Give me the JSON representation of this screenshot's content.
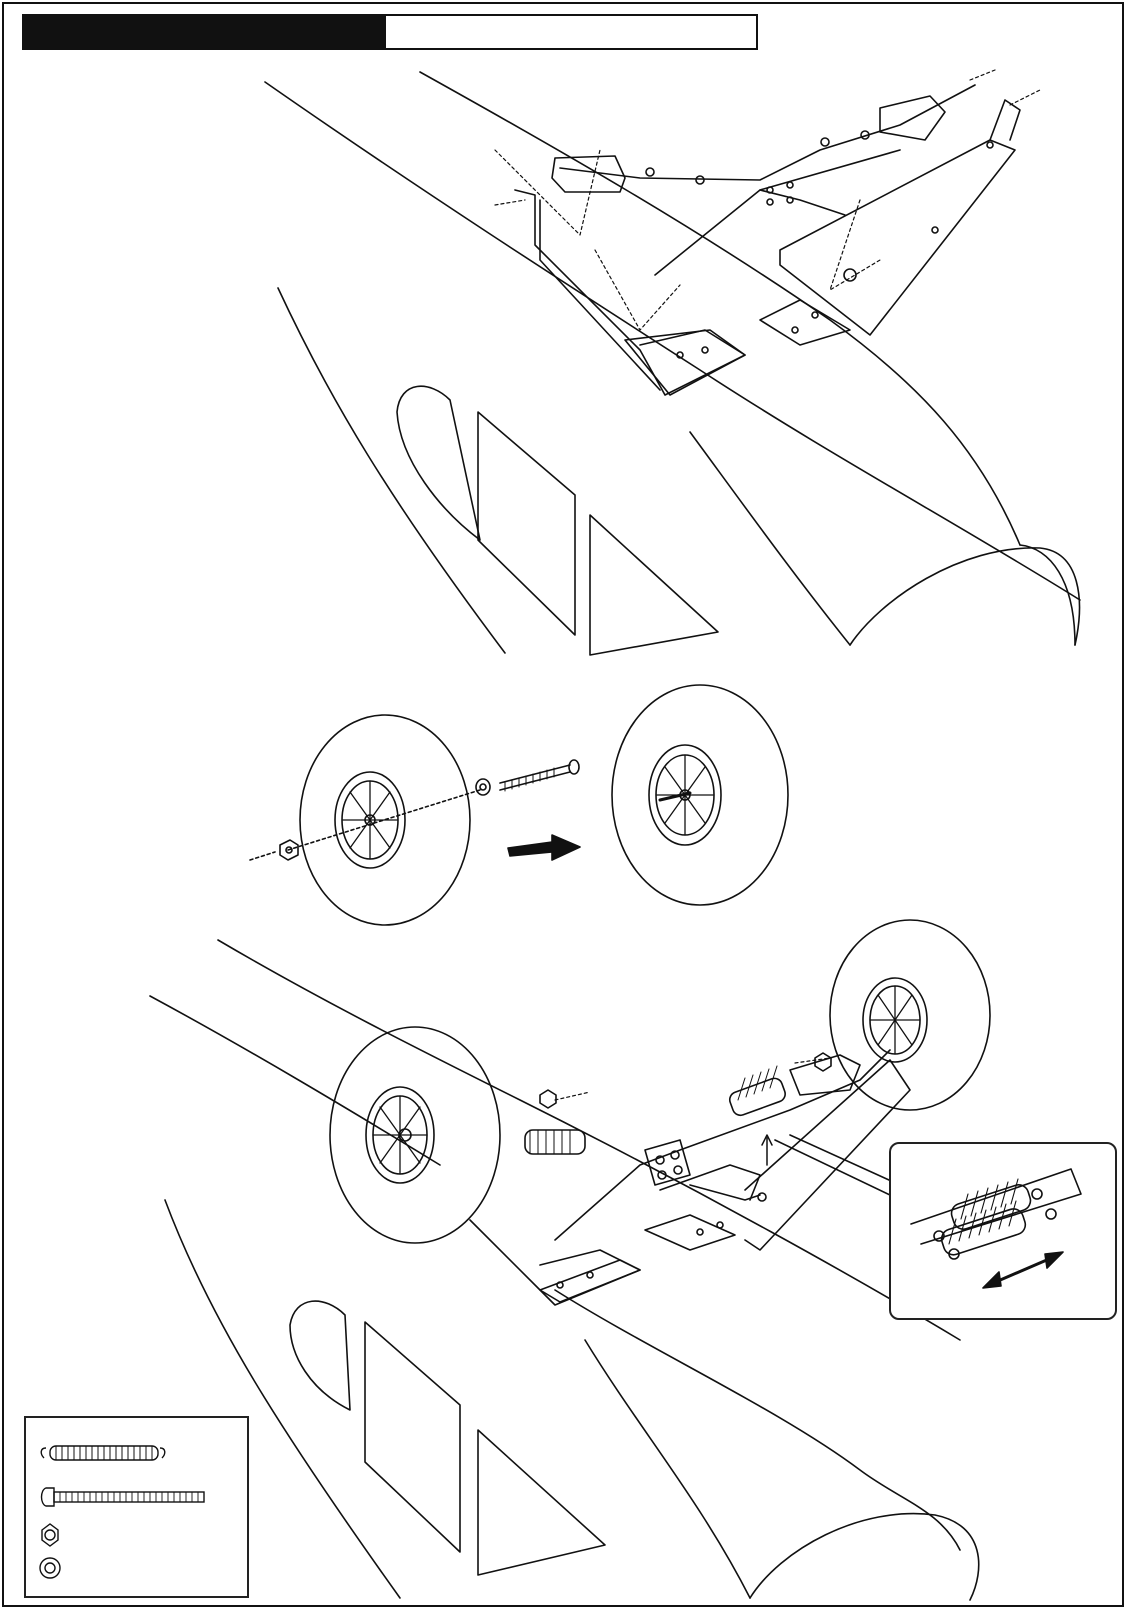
{
  "page": {
    "header_text": ""
  },
  "illustrations": {
    "top": "landing-gear-bracket-mounting",
    "middle": "wheel-axle-assembly",
    "bottom": "wheels-and-springs-installed"
  },
  "colors": {
    "ink": "#111111",
    "paper": "#ffffff"
  },
  "parts_box": {
    "items": [
      "spring-icon",
      "bolt-icon",
      "hex-nut-icon",
      "washer-icon"
    ]
  }
}
